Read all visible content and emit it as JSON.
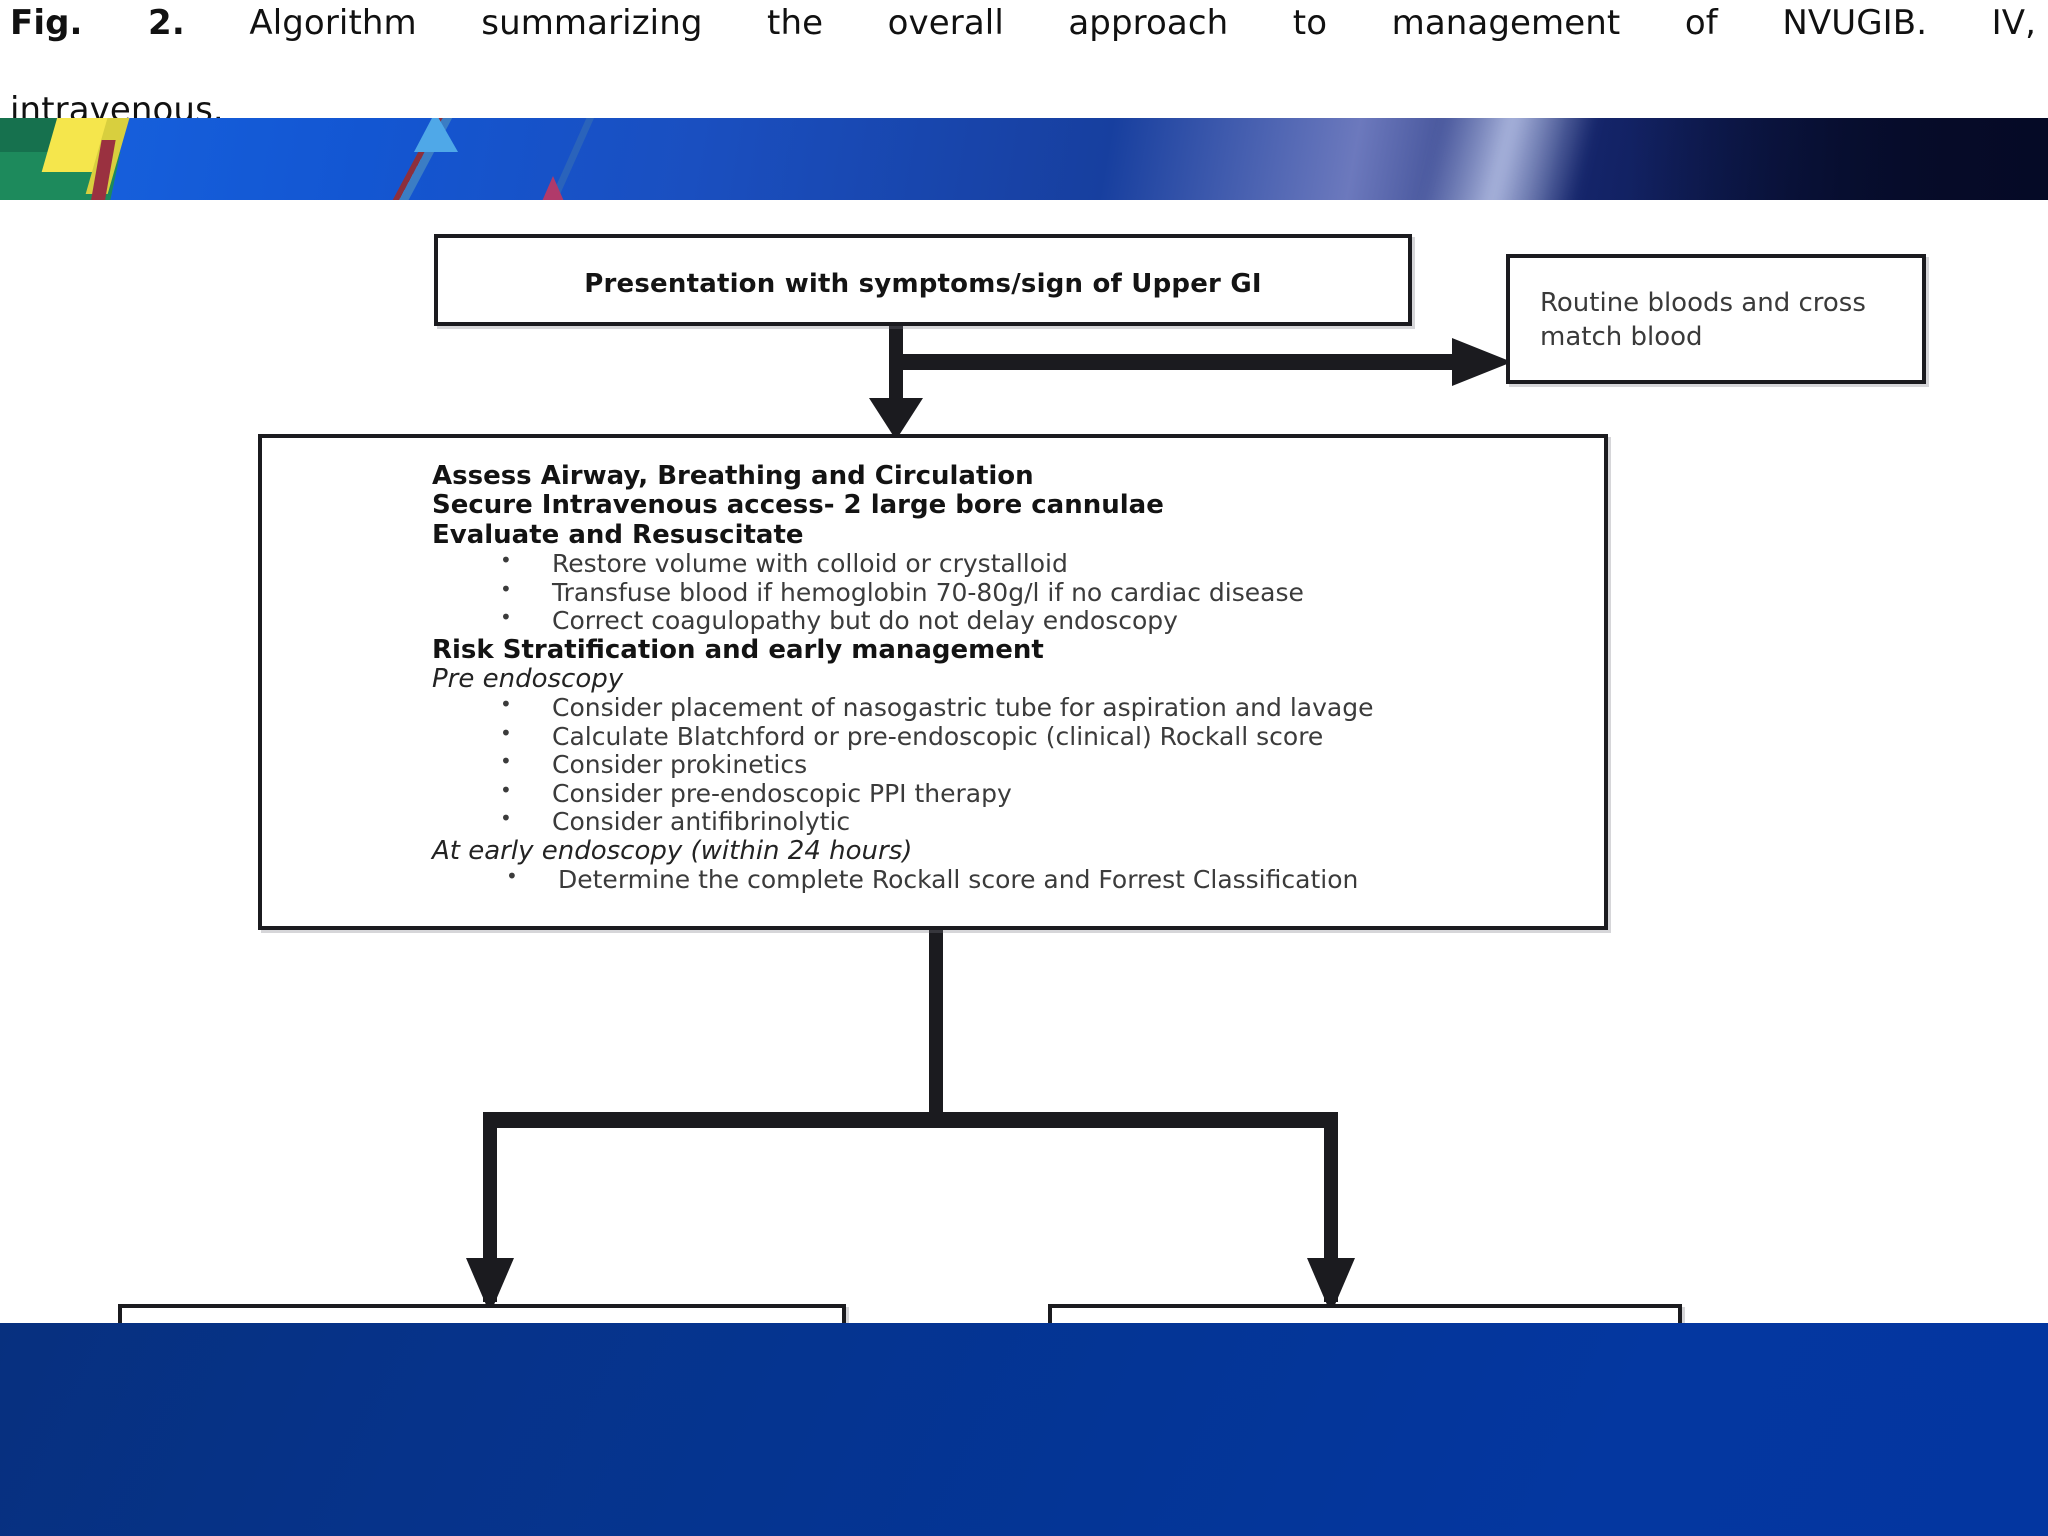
{
  "caption": {
    "prefix": "Fig. 2.",
    "line1": "Algorithm summarizing the overall approach to management of NVUGIB. IV,",
    "line2": "intravenous."
  },
  "colors": {
    "banner_blue": "#1356d2",
    "banner_dark": "#070f33",
    "bottom_blue": "#043596",
    "box_border": "#1b1b1f",
    "text": "#2a2a2a"
  },
  "diagram": {
    "nodes": {
      "presentation": {
        "title": "Presentation with symptoms/sign of Upper GI"
      },
      "routine_bloods": {
        "text": "Routine bloods and cross match blood"
      },
      "assessment": {
        "headings": [
          "Assess Airway, Breathing and Circulation",
          "Secure Intravenous access- 2 large bore cannulae",
          "Evaluate and Resuscitate"
        ],
        "resuscitation_bullets": [
          "Restore volume with colloid or crystalloid",
          "Transfuse blood if hemoglobin 70-80g/l if no cardiac disease",
          "Correct coagulopathy but do not delay endoscopy"
        ],
        "risk_heading": "Risk Stratification and early management",
        "pre_endoscopy_label": "Pre endoscopy",
        "pre_endoscopy_bullets": [
          "Consider placement of nasogastric tube for aspiration and lavage",
          "Calculate  Blatchford or pre-endoscopic (clinical) Rockall score",
          "Consider prokinetics",
          "Consider pre-endoscopic PPI therapy",
          "Consider antifibrinolytic"
        ],
        "early_endoscopy_label": "At early endoscopy (within 24 hours)",
        "early_endoscopy_bullets": [
          "Determine the complete Rockall score and Forrest Classification"
        ]
      },
      "bottom_left": {
        "text": ""
      },
      "bottom_right": {
        "text": ""
      }
    }
  }
}
